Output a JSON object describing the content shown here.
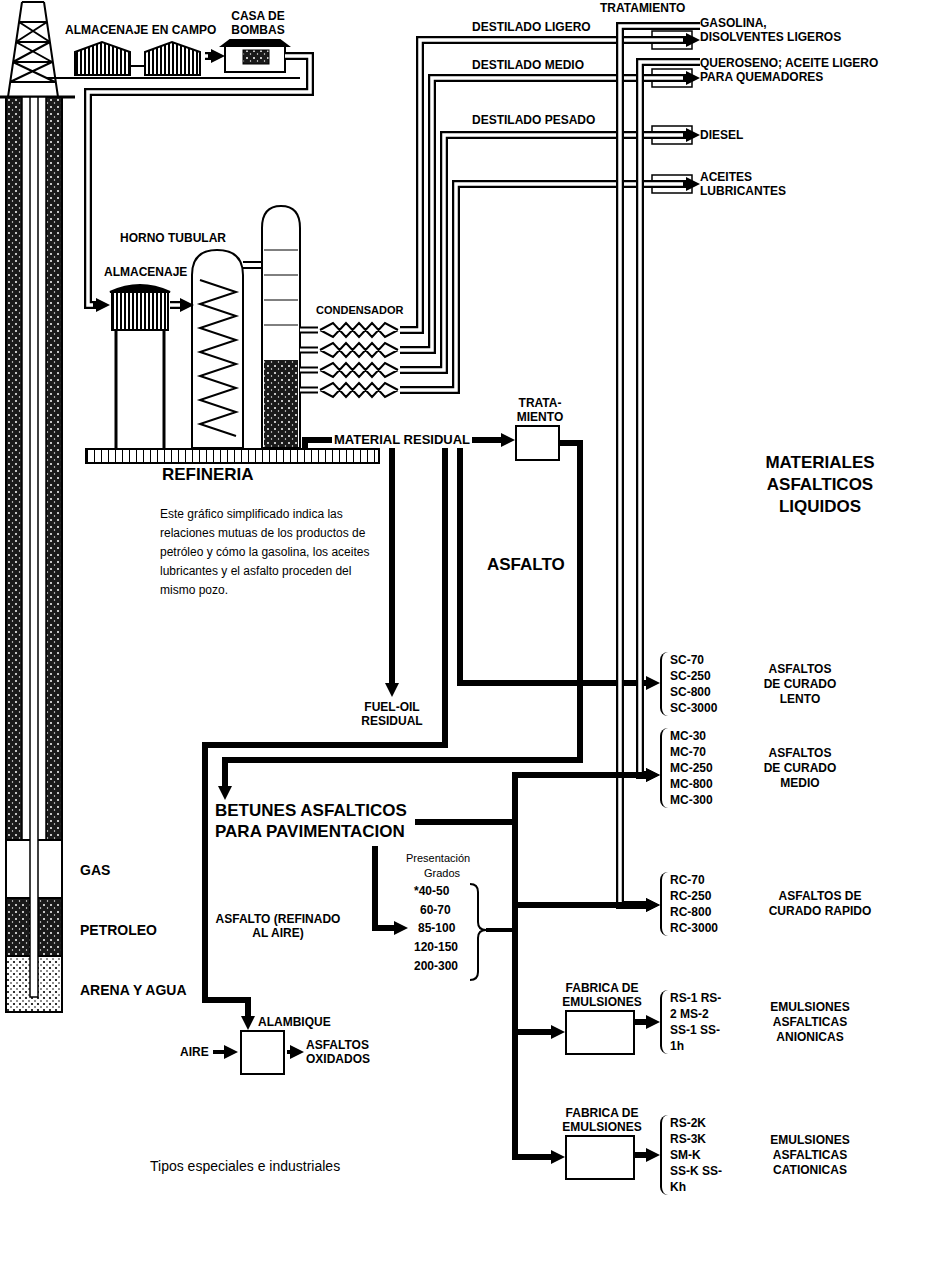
{
  "diagram": {
    "nodes": [
      {
        "text": [
          "ALMACENAJE EN CAMPO"
        ]
      },
      {
        "text": [
          "CASA DE BOMBAS"
        ]
      },
      {
        "text": [
          "ALMACENAJE"
        ]
      },
      {
        "text": [
          "HORNO TUBULAR"
        ]
      },
      {
        "text": [
          "CONDENSADOR"
        ]
      },
      {
        "text": [
          "REFINERIA"
        ]
      },
      {
        "text": [
          "GASOLINA, DISOLVENTES LIGEROS"
        ]
      },
      {
        "text": [
          "QUEROSENO; ACEITE LIGERO PARA QUEMADORES"
        ]
      },
      {
        "text": [
          "DIESEL"
        ]
      },
      {
        "text": [
          "ACEITES LUBRICANTES"
        ]
      },
      {
        "text": [
          "TRATA- MIENTO"
        ]
      },
      {
        "text": [
          "BETUNES ASFALTICOS PARA PAVIMENTACION"
        ]
      },
      {
        "text": [
          "SC-70 SC-250 SC-800 SC-3000",
          "ASFALTOS DE CURADO LENTO"
        ]
      },
      {
        "text": [
          "MC-30 MC-70 MC-250 MC-800 MC-300",
          "ASFALTOS DE CURADO MEDIO"
        ]
      },
      {
        "text": [
          "RC-70 RC-250 RC-800 RC-3000",
          "ASFALTOS DE CURADO RAPIDO"
        ]
      },
      {
        "text": [
          "ALAMBIQUE"
        ]
      },
      {
        "text": [
          "FABRICA DE EMULSIONES"
        ]
      },
      {
        "text": [
          "RS-1 RS-2 MS-2 SS-1 SS-1h",
          "EMULSIONES ASFALTICAS ANIONICAS"
        ]
      },
      {
        "text": [
          "FABRICA DE EMULSIONES"
        ]
      },
      {
        "text": [
          "RS-2K RS-3K SM-K SS-K SS-Kh",
          "EMULSIONES ASFALTICAS CATIONICAS"
        ]
      }
    ],
    "edges": [
      {
        "from": 0,
        "to": 1,
        "arrow": "to"
      },
      {
        "from": 1,
        "to": 2,
        "arrow": "to"
      },
      {
        "from": 2,
        "to": 3,
        "arrow": "to"
      },
      {
        "from": 4,
        "to": 6,
        "label": "DESTILADO LIGERO",
        "arrow": "to"
      },
      {
        "from": 4,
        "to": 7,
        "label": "DESTILADO MEDIO",
        "arrow": "to"
      },
      {
        "from": 4,
        "to": 8,
        "label": "DESTILADO PESADO",
        "arrow": "to"
      },
      {
        "from": 4,
        "to": 9,
        "arrow": "to"
      },
      {
        "from": 5,
        "to": 10,
        "label": "MATERIAL RESIDUAL",
        "arrow": "to"
      },
      {
        "from": 10,
        "to": 11,
        "label": "ASFALTO",
        "arrow": "to"
      },
      {
        "from": 5,
        "to": 12,
        "arrow": "to"
      },
      {
        "from": 5,
        "to": 15,
        "label": "ASFALTO (REFINADO AL AIRE)",
        "arrow": "to"
      },
      {
        "from": 7,
        "to": 13,
        "arrow": "to"
      },
      {
        "from": 6,
        "to": 14,
        "arrow": "to"
      },
      {
        "from": 11,
        "to": 13,
        "arrow": "to"
      },
      {
        "from": 11,
        "to": 14,
        "arrow": "to"
      },
      {
        "from": 11,
        "to": 16,
        "arrow": "to"
      },
      {
        "from": 11,
        "to": 18,
        "arrow": "to"
      },
      {
        "from": 16,
        "to": 17,
        "arrow": "to"
      },
      {
        "from": 18,
        "to": 19,
        "arrow": "to"
      }
    ],
    "labels": [
      "TRATAMIENTO",
      "MATERIALES ASFALTICOS LIQUIDOS",
      "Este gráfico simplificado indica las relaciones mutuas de los productos de petróleo y cómo la gasolina, los aceites lubricantes y el asfalto proceden del mismo pozo.",
      "FUEL-OIL RESIDUAL",
      "Presentación",
      "Grados",
      "*40-50",
      "60-70",
      "85-100",
      "120-150",
      "200-300",
      "GAS",
      "PETROLEO",
      "ARENA Y AGUA",
      "AIRE",
      "ASFALTOS OXIDADOS",
      "Tipos especiales e industriales"
    ]
  }
}
